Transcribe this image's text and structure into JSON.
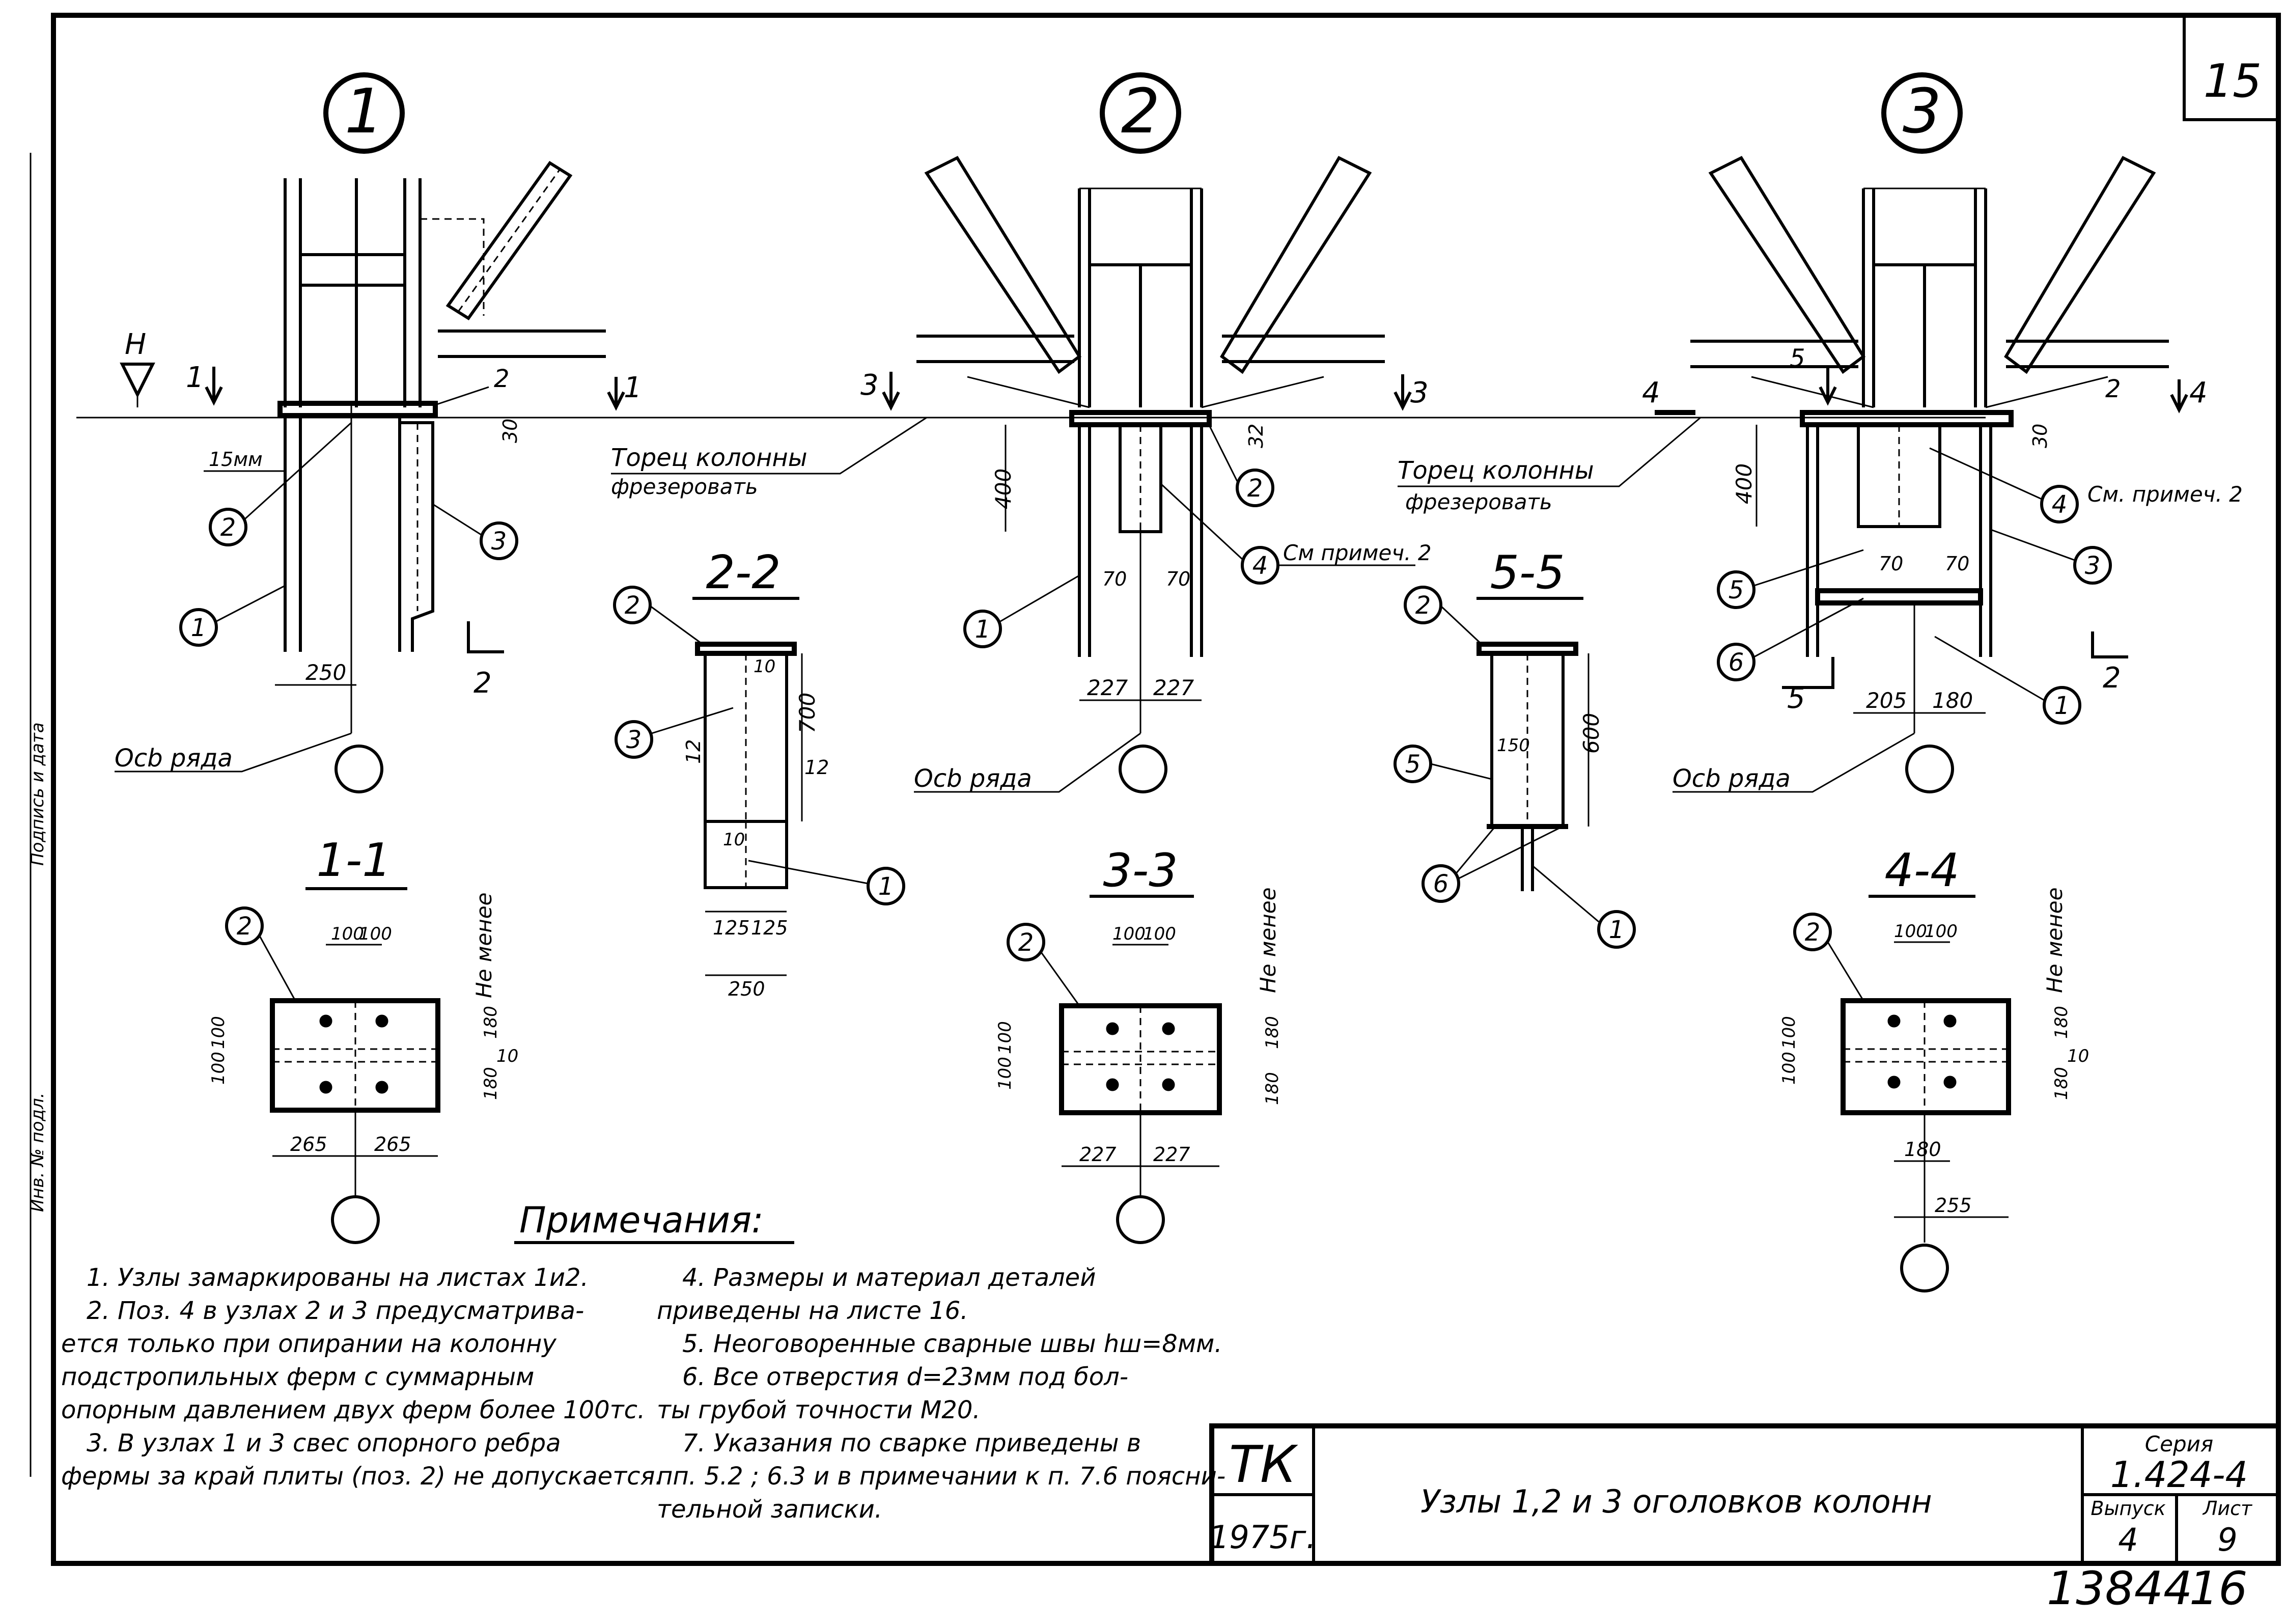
{
  "sheet": {
    "number": "15",
    "stamp_number": "13844",
    "stamp_page": "16"
  },
  "nodes": {
    "n1": "1",
    "n2": "2",
    "n3": "3"
  },
  "sections": {
    "s11": "1-1",
    "s22": "2-2",
    "s33": "3-3",
    "s44": "4-4",
    "s55": "5-5"
  },
  "cut_marks": {
    "c1": "1",
    "c2": "2",
    "c3": "3",
    "c4": "4",
    "c5": "5"
  },
  "level": "Н",
  "positions": {
    "p1": "1",
    "p2": "2",
    "p3": "3",
    "p4": "4",
    "p5": "5",
    "p6": "6"
  },
  "labels": {
    "tor_line1": "Торец колонны",
    "tor_line2": "фрезеровать",
    "axis_row": "Осb ряда",
    "see_note": "См примеч. 2",
    "see_note_b": "См. примеч. 2",
    "not_less": "Не менее",
    "mm15": "15мм"
  },
  "dims": {
    "d30": "30",
    "d32": "32",
    "d400": "400",
    "d250": "250",
    "d227": "227",
    "d205": "205",
    "d180": "180",
    "d70": "70",
    "d700": "700",
    "d600": "600",
    "d125": "125",
    "d10": "10",
    "d12": "12",
    "d150": "150",
    "d100": "100",
    "d265": "265",
    "d255": "255"
  },
  "notes": {
    "title": "Примечания:",
    "left": [
      "1.  Узлы замаркированы на листах 1и2.",
      "2.  Поз. 4 в узлах 2 и 3 предусматрива-",
      "ется только при опирании на колонну",
      "подстропильных ферм с суммарным",
      "опорным давлением двух ферм более 100тс.",
      "3.  В узлах 1 и 3 свес опорного ребра",
      "фермы за край плиты (поз. 2) не допускается."
    ],
    "right": [
      "4. Размеры и материал деталей",
      "приведены  на листе 16.",
      "5.  Неоговоренные сварные швы hш=8мм.",
      "6.  Все отверстия d=23мм под бол-",
      "ты грубой точности М20.",
      "7.  Указания по сварке приведены в",
      "пп. 5.2 ; 6.3 и в примечании к п. 7.6 поясни-",
      "тельной записки."
    ]
  },
  "titleblock": {
    "org": "ТК",
    "year": "1975г.",
    "title": "Узлы 1,2 и 3 оголовков колонн",
    "series_label": "Серия",
    "series": "1.424-4",
    "issue_label": "Выпуск",
    "issue": "4",
    "sheet_label": "Лист",
    "sheet": "9"
  },
  "margin_text": {
    "m1": "Инв. № подл.",
    "m2": "Подпись и дата"
  }
}
